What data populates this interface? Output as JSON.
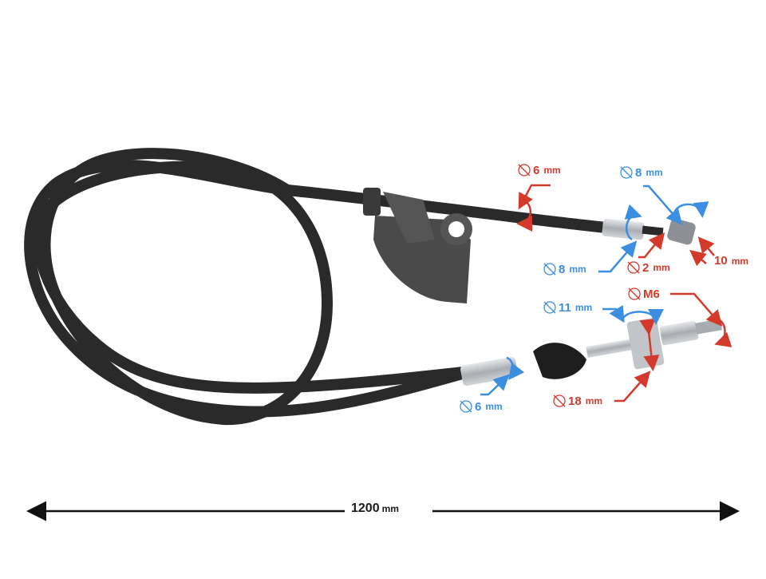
{
  "product": {
    "name": "Brake cable with adjuster",
    "cable_color": "#2a2a2a",
    "metal_color": "#b9bcc0"
  },
  "colors": {
    "red": "#d43a2c",
    "blue": "#3c8fe0",
    "black_line": "#111111",
    "background": "#ffffff"
  },
  "dimensions": {
    "total_length": {
      "value": "1200",
      "unit": "mm"
    },
    "top_end": [
      {
        "id": "outer-diameter",
        "prefix_icon": "diameter-icon",
        "value": "6",
        "unit": "mm",
        "color": "red"
      },
      {
        "id": "ferrule-diameter",
        "prefix_icon": "diameter-icon",
        "value": "8",
        "unit": "mm",
        "color": "blue"
      },
      {
        "id": "nipple-diameter",
        "prefix_icon": "diameter-icon",
        "value": "8",
        "unit": "mm",
        "color": "blue"
      },
      {
        "id": "inner-wire-diameter",
        "prefix_icon": "diameter-icon",
        "value": "2",
        "unit": "mm",
        "color": "red"
      },
      {
        "id": "nipple-length",
        "prefix_icon": "",
        "value": "10",
        "unit": "mm",
        "color": "red"
      }
    ],
    "bottom_end": [
      {
        "id": "thread",
        "prefix_icon": "diameter-icon",
        "value": "M6",
        "unit": "",
        "color": "red"
      },
      {
        "id": "adjuster-block-width",
        "prefix_icon": "diameter-icon",
        "value": "11",
        "unit": "mm",
        "color": "blue"
      },
      {
        "id": "ferrule-diameter",
        "prefix_icon": "diameter-icon",
        "value": "6",
        "unit": "mm",
        "color": "blue"
      },
      {
        "id": "adjuster-block-length",
        "prefix_icon": "diameter-icon",
        "value": "18",
        "unit": "mm",
        "color": "red"
      }
    ]
  }
}
